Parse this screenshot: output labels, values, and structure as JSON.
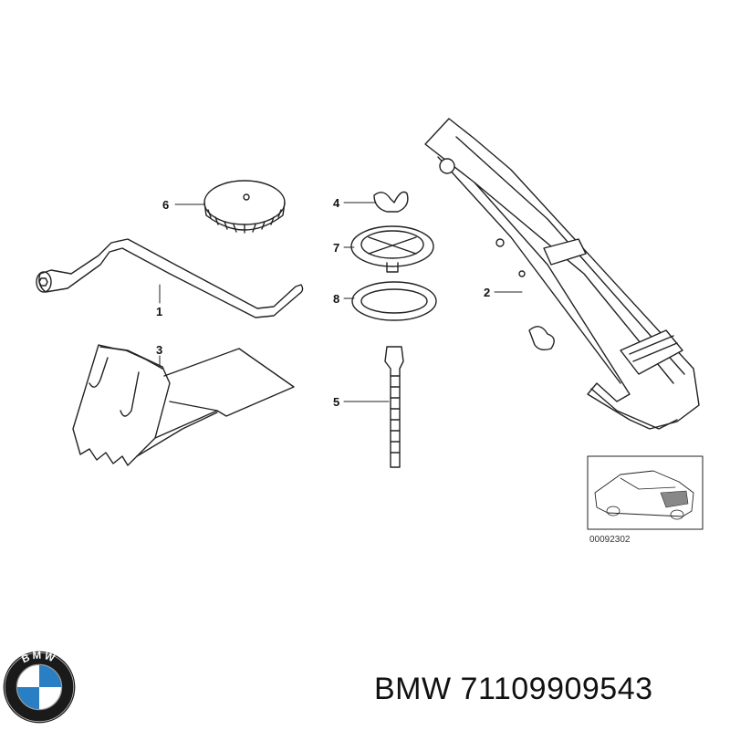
{
  "callouts": {
    "c1": "1",
    "c2": "2",
    "c3": "3",
    "c4": "4",
    "c5": "5",
    "c6": "6",
    "c7": "7",
    "c8": "8"
  },
  "reference_code": "00092302",
  "brand": "BMW",
  "part_number": "71109909543",
  "logo_letters": "BMW",
  "colors": {
    "line": "#222222",
    "logo_blue": "#2a7fc4",
    "logo_ring": "#1a1a1a"
  }
}
